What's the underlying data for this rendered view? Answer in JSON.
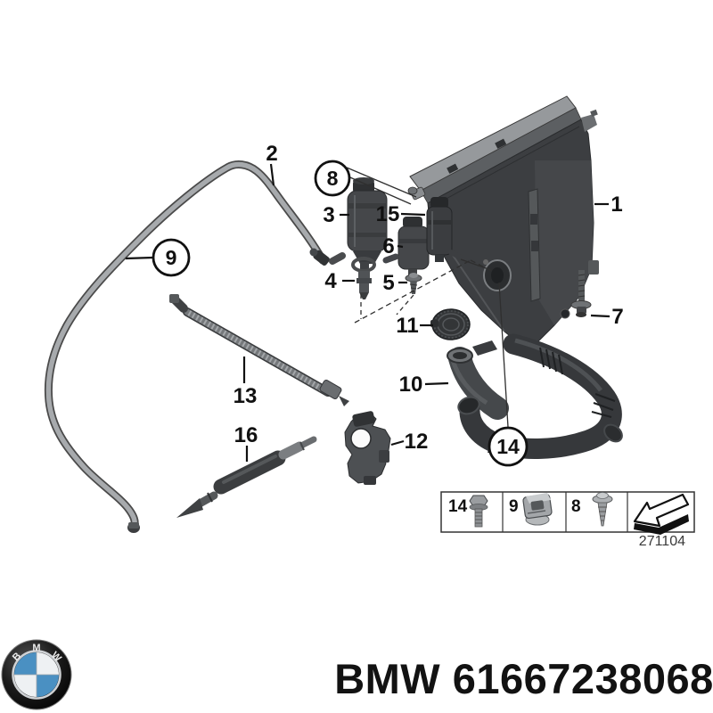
{
  "diagram": {
    "description": "BMW windshield washer fluid reservoir exploded parts diagram",
    "drawing_number": "271104",
    "callouts": [
      {
        "label": "1",
        "circled": false
      },
      {
        "label": "2",
        "circled": false
      },
      {
        "label": "3",
        "circled": false
      },
      {
        "label": "4",
        "circled": false
      },
      {
        "label": "5",
        "circled": false
      },
      {
        "label": "6",
        "circled": false
      },
      {
        "label": "7",
        "circled": false
      },
      {
        "label": "8",
        "circled": true
      },
      {
        "label": "9",
        "circled": true
      },
      {
        "label": "10",
        "circled": false
      },
      {
        "label": "11",
        "circled": false
      },
      {
        "label": "12",
        "circled": false
      },
      {
        "label": "13",
        "circled": false
      },
      {
        "label": "14",
        "circled": true
      },
      {
        "label": "15",
        "circled": false
      },
      {
        "label": "16",
        "circled": false
      }
    ],
    "legend": {
      "items": [
        {
          "label": "14",
          "icon": "bolt-icon"
        },
        {
          "label": "9",
          "icon": "spring-nut-clip-icon"
        },
        {
          "label": "8",
          "icon": "screw-icon"
        },
        {
          "label": "",
          "icon": "direction-arrow-icon"
        }
      ],
      "caption": "271104"
    }
  },
  "footer": {
    "brand": "BMW",
    "part_number": "61667238068",
    "title": "BMW 61667238068",
    "logo_letters": [
      "B",
      "M",
      "W"
    ]
  },
  "colors": {
    "tank_dark": "#3c3e41",
    "lid_light": "#96999c",
    "hose_light": "#a7aaad",
    "roundel_blue": "#4a90c2",
    "line_black": "#111111"
  }
}
